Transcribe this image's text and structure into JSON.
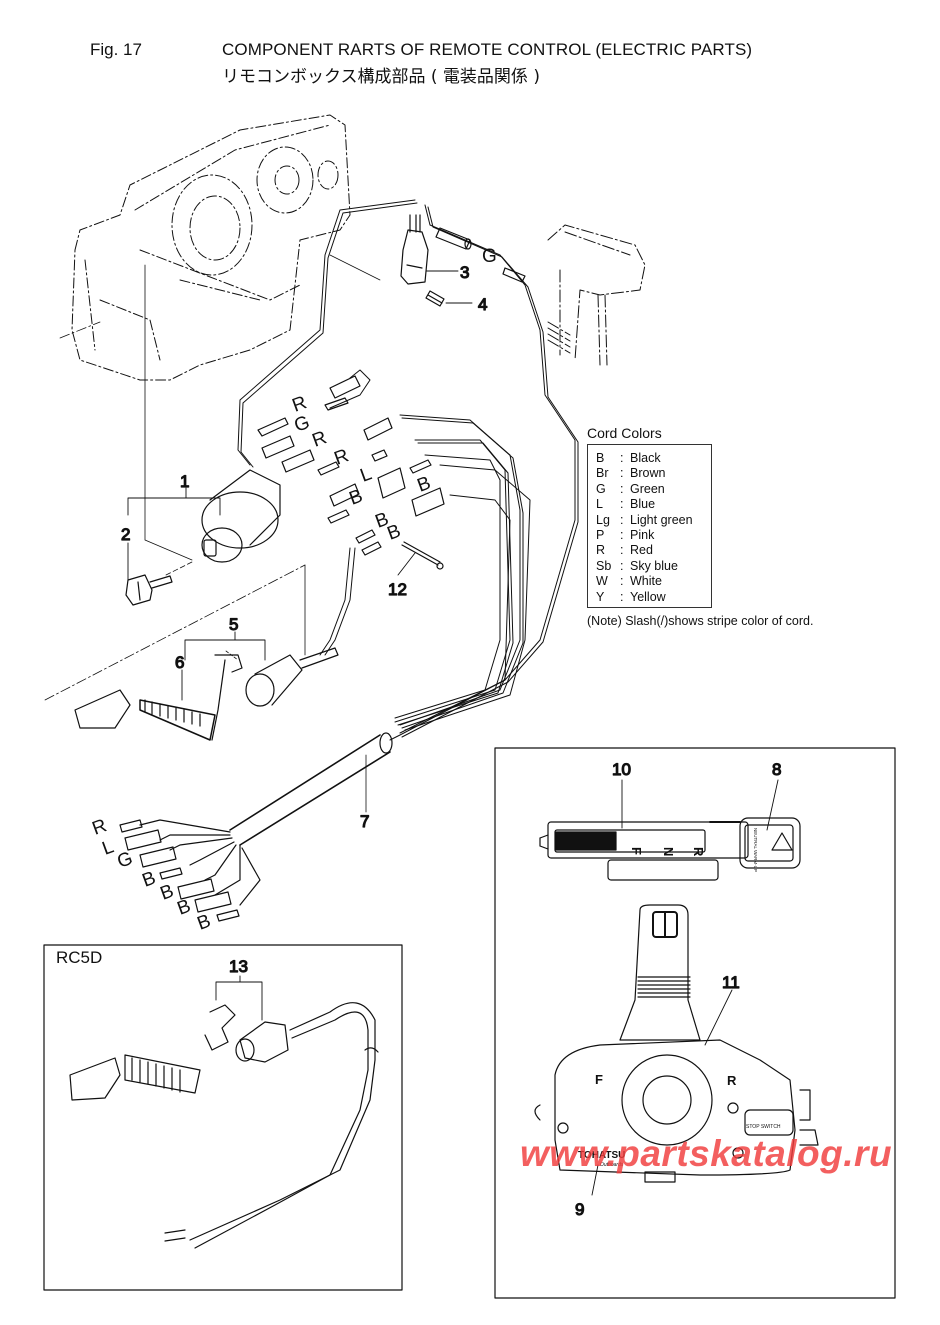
{
  "header": {
    "figure_number": "Fig. 17",
    "title_en": "COMPONENT RARTS OF REMOTE CONTROL (ELECTRIC PARTS)",
    "title_jp": "リモコンボックス構成部品 ( 電装品関係 )"
  },
  "callouts": {
    "p1": "1",
    "p2": "2",
    "p3": "3",
    "p4": "4",
    "p5": "5",
    "p6": "6",
    "p7": "7",
    "p8": "8",
    "p9": "9",
    "p10": "10",
    "p11": "11",
    "p12": "12",
    "p13": "13"
  },
  "wire_labels": {
    "upper_g": "G",
    "switch_r1": "R",
    "switch_g": "G",
    "switch_r2": "R",
    "switch_r3": "R",
    "switch_l": "L",
    "switch_b1": "B",
    "switch_b2": "B",
    "switch_b3": "B",
    "switch_b4": "B",
    "harness_r": "R",
    "harness_l": "L",
    "harness_g": "G",
    "harness_b1": "B",
    "harness_b2": "B",
    "harness_b3": "B",
    "harness_b4": "B"
  },
  "legend": {
    "title": "Cord Colors",
    "entries": [
      {
        "code": "B",
        "sep": ":",
        "name": "Black"
      },
      {
        "code": "Br",
        "sep": ":",
        "name": "Brown"
      },
      {
        "code": "G",
        "sep": ":",
        "name": "Green"
      },
      {
        "code": "L",
        "sep": ":",
        "name": "Blue"
      },
      {
        "code": "Lg",
        "sep": ":",
        "name": "Light green"
      },
      {
        "code": "P",
        "sep": ":",
        "name": "Pink"
      },
      {
        "code": "R",
        "sep": ":",
        "name": "Red"
      },
      {
        "code": "Sb",
        "sep": ":",
        "name": "Sky blue"
      },
      {
        "code": "W",
        "sep": ":",
        "name": "White"
      },
      {
        "code": "Y",
        "sep": ":",
        "name": "Yellow"
      }
    ],
    "note": "(Note) Slash(/)shows stripe color of cord."
  },
  "inset_rc5d": {
    "label": "RC5D"
  },
  "control_box": {
    "indicator_f": "F",
    "indicator_n": "N",
    "indicator_r": "R",
    "neutral_label": "NEUTRAL WARM-UP",
    "face_f": "F",
    "face_r": "R",
    "stop_switch": "STOP SWITCH",
    "brand": "TOHATSU",
    "brand_sub": "Outboards"
  },
  "watermark": "www.partskatalog.ru",
  "colors": {
    "line": "#111111",
    "watermark": "#f03c3c"
  }
}
